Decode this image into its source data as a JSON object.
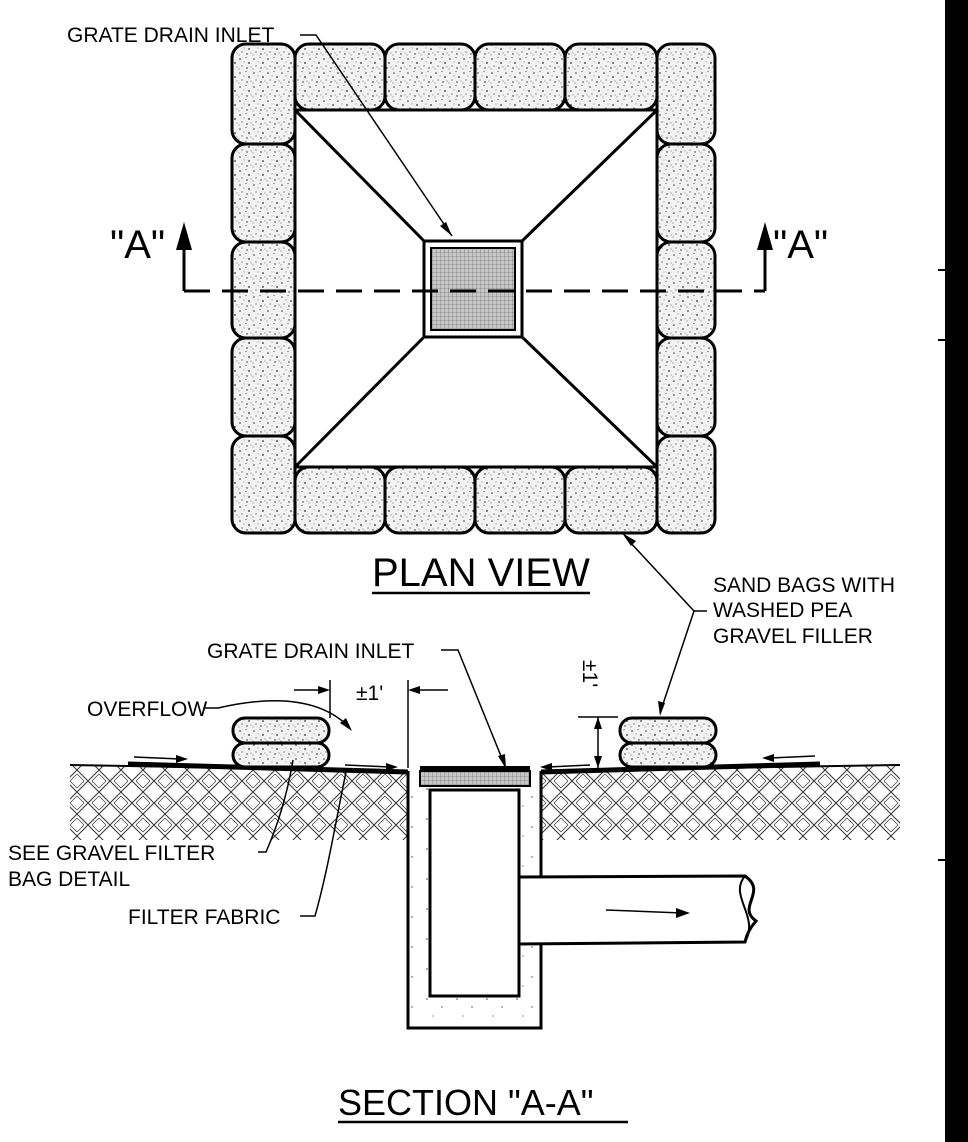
{
  "labels": {
    "grate_drain_inlet_plan": "GRATE DRAIN INLET",
    "section_mark_left": "\"A\"",
    "section_mark_right": "\"A\"",
    "plan_view_title": "PLAN VIEW",
    "sand_bags_line1": "SAND BAGS WITH",
    "sand_bags_line2": "WASHED PEA",
    "sand_bags_line3": "GRAVEL FILLER",
    "grate_drain_inlet_section": "GRATE DRAIN INLET",
    "overflow": "OVERFLOW",
    "dim_horizontal": "±1'",
    "dim_vertical": "±1'",
    "gravel_filter_line1": "SEE GRAVEL FILTER",
    "gravel_filter_line2": "BAG DETAIL",
    "filter_fabric": "FILTER FABRIC",
    "section_title": "SECTION \"A-A\""
  },
  "colors": {
    "ink": "#000000",
    "sand": "#e6e6e6",
    "grate": "#b5b5b5"
  }
}
